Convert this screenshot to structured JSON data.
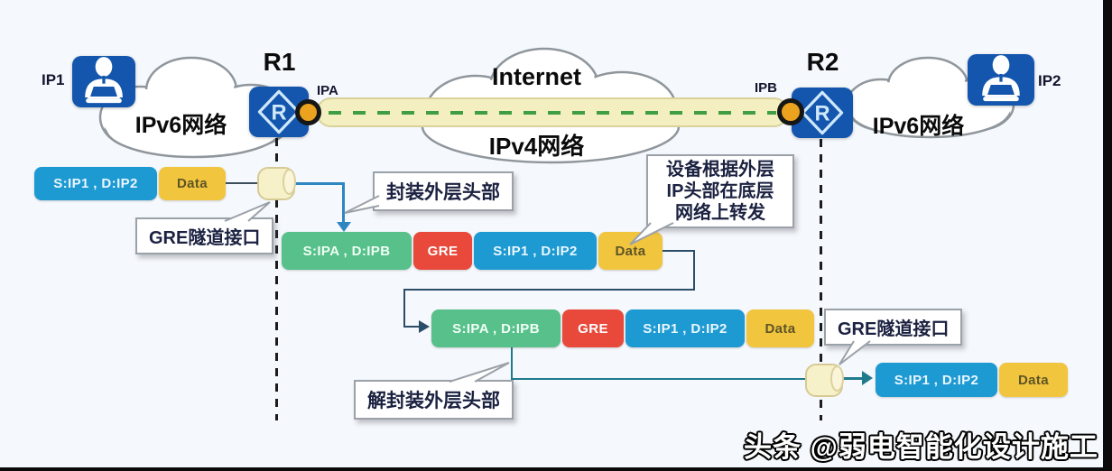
{
  "topology": {
    "ip1": "IP1",
    "ip2": "IP2",
    "ipa": "IPA",
    "ipb": "IPB",
    "r1": "R1",
    "r2": "R2",
    "router_glyph": "R",
    "left_cloud": "IPv6网络",
    "right_cloud": "IPv6网络",
    "internet": "Internet",
    "ipv4_cloud": "IPv4网络"
  },
  "callouts": {
    "gre_if_left": "GRE隧道接口",
    "encap": "封装外层头部",
    "forward": [
      "设备根据外层",
      "IP头部在底层",
      "网络上转发"
    ],
    "decap": "解封装外层头部",
    "gre_if_right": "GRE隧道接口"
  },
  "packets": {
    "row1": [
      {
        "label": "S:IP1 , D:IP2"
      },
      {
        "label": "Data"
      }
    ],
    "row2": [
      {
        "label": "S:IPA , D:IPB"
      },
      {
        "label": "GRE"
      },
      {
        "label": "S:IP1 , D:IP2"
      },
      {
        "label": "Data"
      }
    ],
    "row3": [
      {
        "label": "S:IPA , D:IPB"
      },
      {
        "label": "GRE"
      },
      {
        "label": "S:IP1 , D:IP2"
      },
      {
        "label": "Data"
      }
    ],
    "row4": [
      {
        "label": "S:IP1 , D:IP2"
      },
      {
        "label": "Data"
      }
    ]
  },
  "watermark": {
    "text": "头条 @弱电智能化设计施工"
  },
  "colors": {
    "ip_header": "#1e9ad2",
    "data": "#f2c53f",
    "outer_header": "#57c08b",
    "gre": "#e8493a",
    "router_blue": "#1456ad",
    "tunnel_band": "#f4efc0",
    "tunnel_dash": "#3f9e44",
    "port_orange": "#eaa21f"
  }
}
